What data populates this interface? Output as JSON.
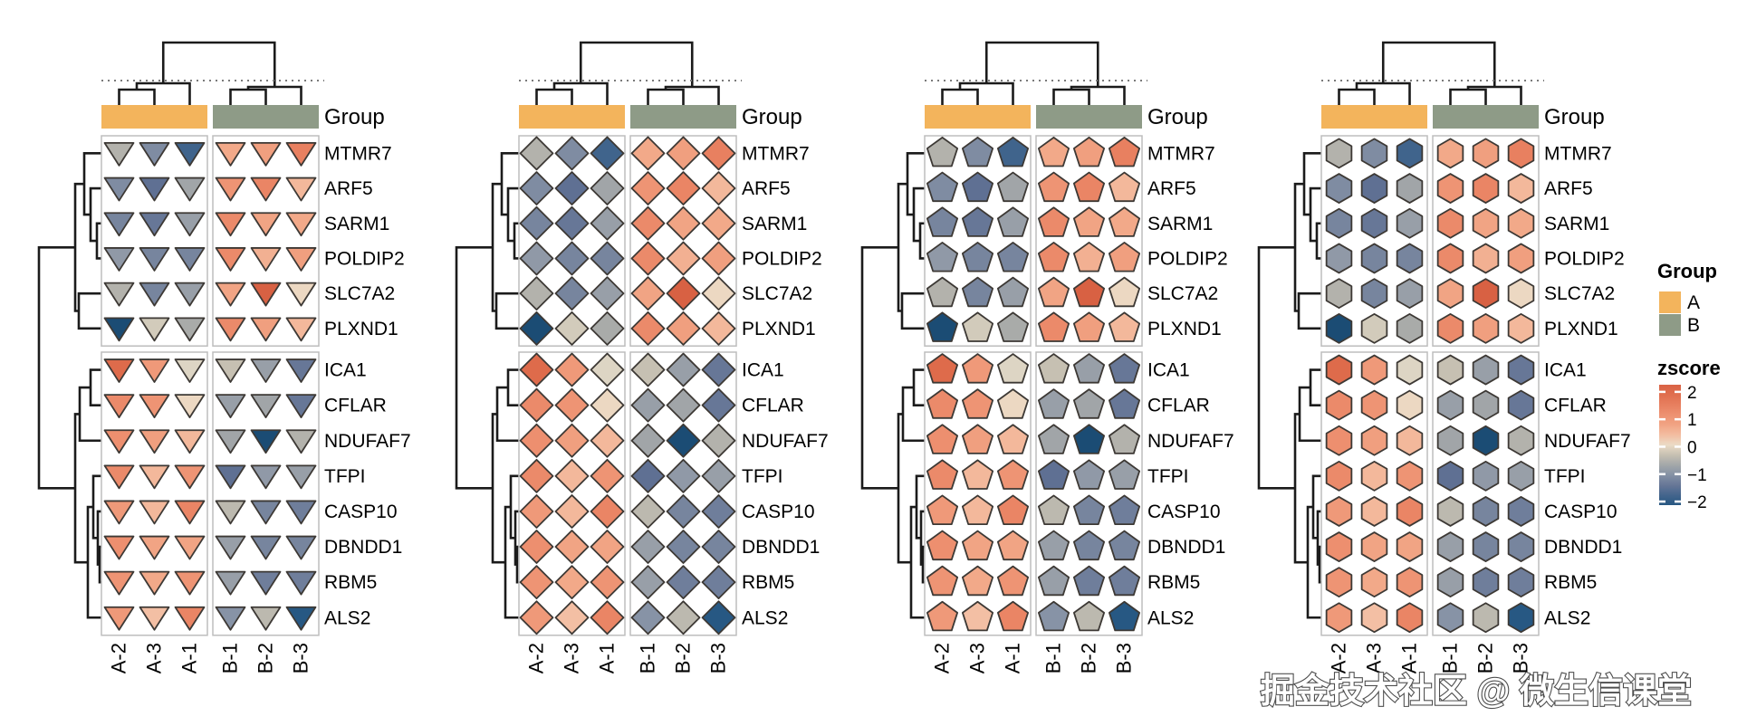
{
  "watermark": "掘金技术社区 @ 微生信课堂",
  "annotation_title": "Group",
  "legend": {
    "group_title": "Group",
    "groups": [
      {
        "label": "A",
        "color": "#F3B45C"
      },
      {
        "label": "B",
        "color": "#8E9B87"
      }
    ],
    "zscore_title": "zscore",
    "zscore_ticks": [
      "2",
      "1",
      "0",
      "−1",
      "−2"
    ],
    "zscore_tick_values": [
      2,
      1,
      0,
      -1,
      -2
    ]
  },
  "chart_data": {
    "type": "heatmap",
    "subtype": "shaped-glyph-heatmap, 4 panels sharing identical data, different glyph shapes",
    "panels": [
      {
        "shape": "triangle"
      },
      {
        "shape": "diamond"
      },
      {
        "shape": "pentagon"
      },
      {
        "shape": "hexagon"
      }
    ],
    "columns": [
      "A-2",
      "A-3",
      "A-1",
      "B-1",
      "B-2",
      "B-3"
    ],
    "column_group_of": [
      "A",
      "A",
      "A",
      "B",
      "B",
      "B"
    ],
    "row_blocks": [
      [
        "MTMR7",
        "ARF5",
        "SARM1",
        "POLDIP2",
        "SLC7A2",
        "PLXND1"
      ],
      [
        "ICA1",
        "CFLAR",
        "NDUFAF7",
        "TFPI",
        "CASP10",
        "DBNDD1",
        "RBM5",
        "ALS2"
      ]
    ],
    "zscore_matrix": {
      "MTMR7": [
        -0.5,
        -1.1,
        -1.8,
        0.7,
        0.9,
        1.5
      ],
      "ARF5": [
        -1.1,
        -1.5,
        -0.7,
        1.1,
        1.4,
        0.5
      ],
      "SARM1": [
        -1.2,
        -1.4,
        -0.8,
        1.3,
        0.8,
        0.7
      ],
      "POLDIP2": [
        -0.9,
        -1.2,
        -1.2,
        1.3,
        0.6,
        0.9
      ],
      "SLC7A2": [
        -0.5,
        -1.2,
        -0.8,
        0.8,
        2.3,
        0.1
      ],
      "PLXND1": [
        -2.4,
        -0.2,
        -0.6,
        1.3,
        0.9,
        0.5
      ],
      "ICA1": [
        2.0,
        1.0,
        -0.1,
        -0.3,
        -0.8,
        -1.4
      ],
      "CFLAR": [
        1.3,
        1.1,
        0.1,
        -0.8,
        -0.7,
        -1.4
      ],
      "NDUFAF7": [
        1.2,
        0.9,
        0.5,
        -0.7,
        -2.4,
        -0.5
      ],
      "TFPI": [
        1.3,
        0.5,
        1.1,
        -1.5,
        -0.9,
        -0.8
      ],
      "CASP10": [
        1.0,
        0.5,
        1.4,
        -0.4,
        -1.2,
        -1.3
      ],
      "DBNDD1": [
        1.2,
        0.8,
        0.8,
        -0.8,
        -1.2,
        -1.2
      ],
      "RBM5": [
        1.1,
        0.7,
        1.1,
        -0.8,
        -1.3,
        -1.3
      ],
      "ALS2": [
        1.0,
        0.4,
        1.4,
        -1.0,
        -0.4,
        -2.1
      ]
    },
    "colormap": [
      [
        -2.5,
        "#17486F"
      ],
      [
        -2.0,
        "#2B5C88"
      ],
      [
        -1.5,
        "#5F7093"
      ],
      [
        -1.0,
        "#8793A6"
      ],
      [
        -0.6,
        "#A9ABA9"
      ],
      [
        -0.3,
        "#C6C0B2"
      ],
      [
        0.0,
        "#E9E0CD"
      ],
      [
        0.35,
        "#F3C3A8"
      ],
      [
        0.7,
        "#F2A989"
      ],
      [
        1.1,
        "#EE9474"
      ],
      [
        1.5,
        "#E88060"
      ],
      [
        2.0,
        "#DE6B4B"
      ],
      [
        2.5,
        "#D45A3D"
      ]
    ],
    "col_dendrogram": {
      "h": 69,
      "c": [
        {
          "h": 24,
          "c": [
            {
              "h": 17,
              "c": [
                0,
                1
              ]
            },
            2
          ]
        },
        {
          "h": 20,
          "c": [
            {
              "h": 17,
              "c": [
                3,
                4
              ]
            },
            5
          ]
        }
      ]
    },
    "cut_line_height": 27,
    "row_dendrogram": {
      "h": 69,
      "c": [
        {
          "h": 29,
          "c": [
            {
              "h": 19,
              "c": [
                0,
                {
                  "h": 12,
                  "c": [
                    1,
                    {
                      "h": 5,
                      "c": [
                        2,
                        3
                      ]
                    }
                  ]
                }
              ]
            },
            {
              "h": 25,
              "c": [
                4,
                5
              ]
            }
          ]
        },
        {
          "h": 29,
          "c": [
            {
              "h": 24,
              "c": [
                {
                  "h": 12,
                  "c": [
                    6,
                    7
                  ]
                },
                8
              ]
            },
            {
              "h": 15,
              "c": [
                {
                  "h": 9,
                  "c": [
                    9,
                    {
                      "h": 4,
                      "c": [
                        10,
                        {
                          "h": 2,
                          "c": [
                            11,
                            12
                          ]
                        }
                      ]
                    }
                  ]
                },
                13
              ]
            }
          ]
        }
      ]
    },
    "zscore_legend_range": [
      2.26,
      -2.13
    ],
    "grid": false,
    "legend_position": "right"
  }
}
